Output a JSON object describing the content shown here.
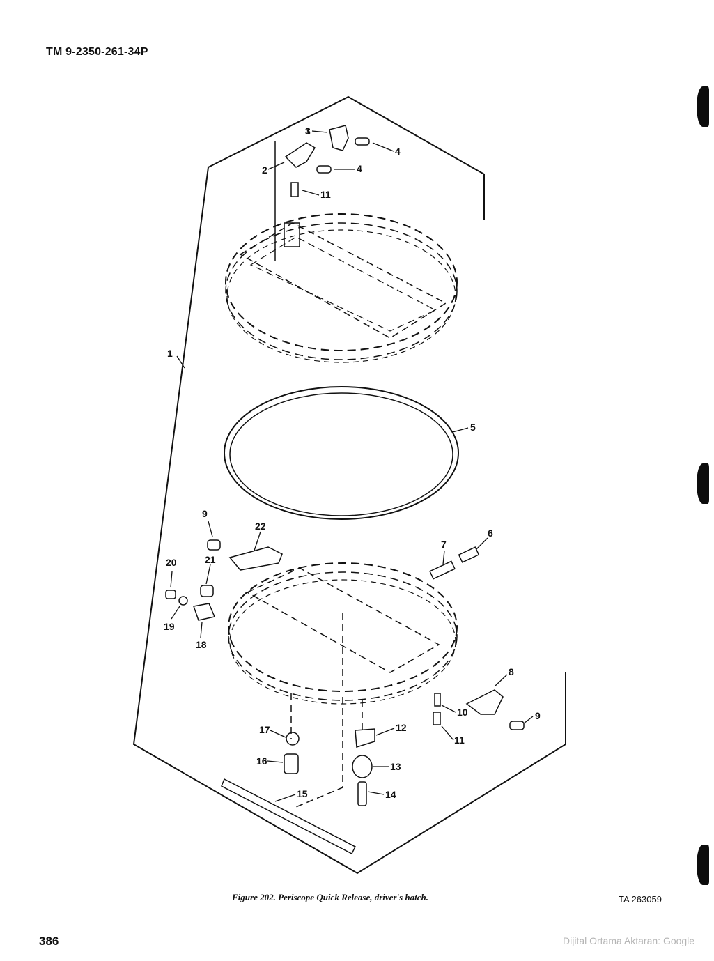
{
  "header": {
    "doc_number": "TM 9-2350-261-34P"
  },
  "figure": {
    "caption": "Figure 202.  Periscope Quick Release, driver's hatch.",
    "ta_number": "TA 263059",
    "callouts": [
      "1",
      "2",
      "3",
      "4",
      "4",
      "11",
      "5",
      "6",
      "7",
      "8",
      "9",
      "9",
      "10",
      "11",
      "12",
      "13",
      "14",
      "15",
      "16",
      "17",
      "18",
      "19",
      "20",
      "21",
      "22"
    ]
  },
  "footer": {
    "page_number": "386",
    "watermark": "Dijital Ortama Aktaran: Google"
  }
}
